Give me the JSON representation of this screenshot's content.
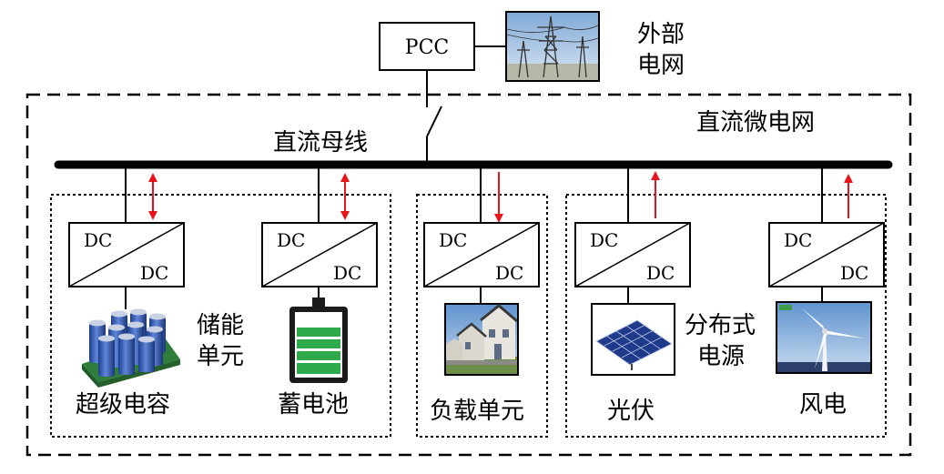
{
  "pcc_label": "PCC",
  "external_grid": {
    "line1": "外部",
    "line2": "电网"
  },
  "microgrid_label": "直流微电网",
  "bus_label": "直流母线",
  "converter": {
    "top": "DC",
    "bottom": "DC"
  },
  "storage_group": {
    "line1": "储能",
    "line2": "单元"
  },
  "supercap_label": "超级电容",
  "battery_label": "蓄电池",
  "load_label": "负载单元",
  "distributed_group": {
    "line1": "分布式",
    "line2": "电源"
  },
  "pv_label": "光伏",
  "wind_label": "风电",
  "colors": {
    "arrow": "#e8141c",
    "battery_cell": "#2faa4a",
    "line": "#000000"
  }
}
